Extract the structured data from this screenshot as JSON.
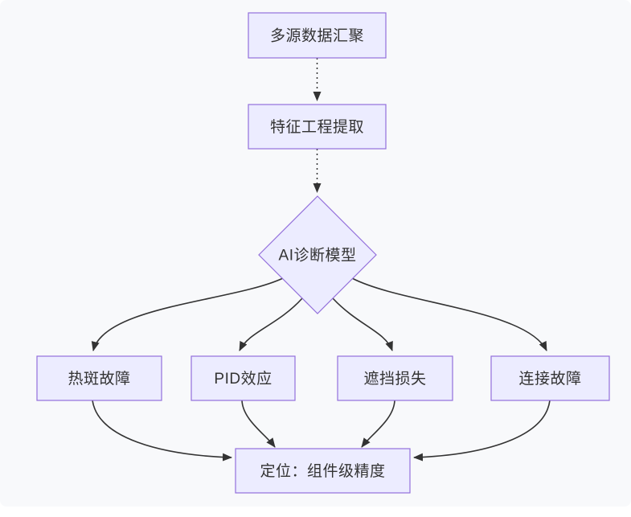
{
  "diagram": {
    "type": "flowchart",
    "direction": "top-down",
    "colors": {
      "canvas_background": "#f8f9fb",
      "page_background": "#ffffff",
      "node_fill": "#ECECFF",
      "node_border": "#9370DB",
      "edge_color": "#333333",
      "text_color": "#333333"
    },
    "nodes": [
      {
        "id": "source",
        "label": "多源数据汇聚",
        "shape": "rectangle"
      },
      {
        "id": "feature",
        "label": "特征工程提取",
        "shape": "rectangle"
      },
      {
        "id": "model",
        "label": "AI诊断模型",
        "shape": "diamond"
      },
      {
        "id": "hotspot",
        "label": "热斑故障",
        "shape": "rectangle"
      },
      {
        "id": "pid",
        "label": "PID效应",
        "shape": "rectangle"
      },
      {
        "id": "shading",
        "label": "遮挡损失",
        "shape": "rectangle"
      },
      {
        "id": "connection",
        "label": "连接故障",
        "shape": "rectangle"
      },
      {
        "id": "locate",
        "label": "定位：组件级精度",
        "shape": "rectangle"
      }
    ],
    "edges": [
      {
        "from": "多源数据汇聚",
        "to": "特征工程提取",
        "style": "dotted"
      },
      {
        "from": "特征工程提取",
        "to": "AI诊断模型",
        "style": "dotted"
      },
      {
        "from": "AI诊断模型",
        "to": "热斑故障",
        "style": "solid"
      },
      {
        "from": "AI诊断模型",
        "to": "PID效应",
        "style": "solid"
      },
      {
        "from": "AI诊断模型",
        "to": "遮挡损失",
        "style": "solid"
      },
      {
        "from": "AI诊断模型",
        "to": "连接故障",
        "style": "solid"
      },
      {
        "from": "热斑故障",
        "to": "定位：组件级精度",
        "style": "solid"
      },
      {
        "from": "PID效应",
        "to": "定位：组件级精度",
        "style": "solid"
      },
      {
        "from": "遮挡损失",
        "to": "定位：组件级精度",
        "style": "solid"
      },
      {
        "from": "连接故障",
        "to": "定位：组件级精度",
        "style": "solid"
      }
    ]
  }
}
